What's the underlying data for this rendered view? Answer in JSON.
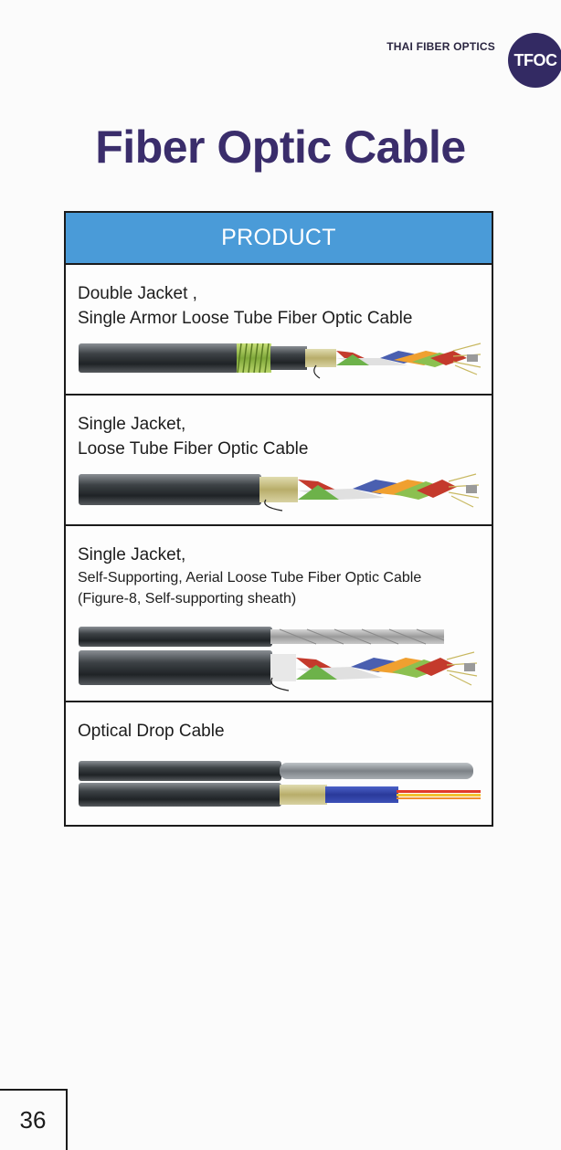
{
  "brand": {
    "name": "THAI FIBER OPTICS",
    "logo_text": "TFOC",
    "logo_color": "#332a63"
  },
  "title": "Fiber Optic Cable",
  "table": {
    "header": "PRODUCT",
    "header_color": "#4a9bd8",
    "rows": [
      {
        "line1": "Double Jacket ,",
        "line2": "Single Armor Loose Tube Fiber Optic Cable"
      },
      {
        "line1": "Single Jacket,",
        "line2": "Loose Tube Fiber Optic Cable"
      },
      {
        "line1": "Single Jacket,",
        "line2": "Self-Supporting, Aerial Loose Tube Fiber Optic Cable",
        "line3": "(Figure-8, Self-supporting sheath)"
      },
      {
        "line1": "Optical Drop Cable"
      }
    ]
  },
  "page_number": "36"
}
